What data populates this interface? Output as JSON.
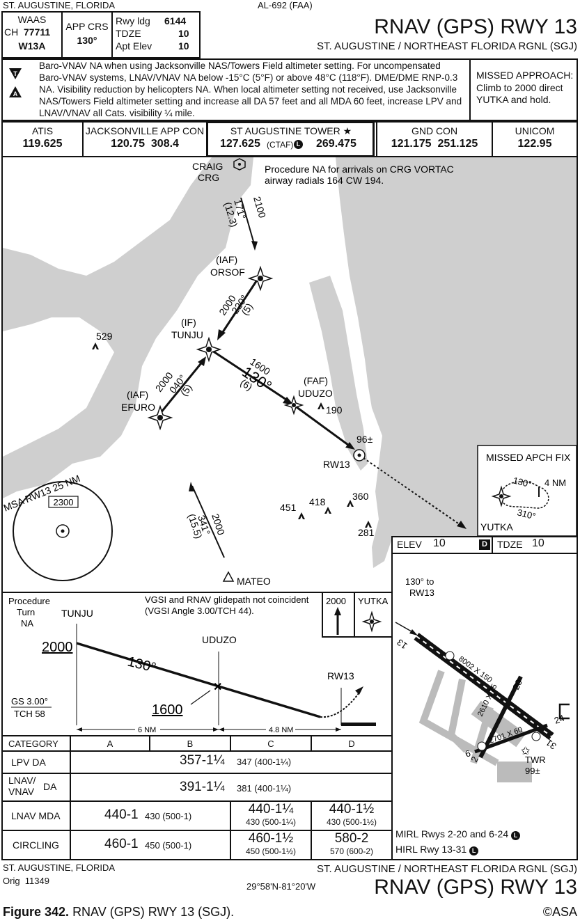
{
  "header": {
    "city_state": "ST. AUGUSTINE, FLORIDA",
    "chart_id": "AL-692 (FAA)",
    "title": "RNAV (GPS) RWY 13",
    "airport": "ST. AUGUSTINE / NORTHEAST FLORIDA RGNL (SGJ)",
    "waas_label": "WAAS",
    "ch_label": "CH",
    "ch_value": "77711",
    "waas_id": "W13A",
    "app_crs_label": "APP CRS",
    "app_crs_value": "130°",
    "rwy_ldg_label": "Rwy ldg",
    "rwy_ldg_value": "6144",
    "tdze_label": "TDZE",
    "tdze_value": "10",
    "apt_elev_label": "Apt Elev",
    "apt_elev_value": "10"
  },
  "notes": {
    "text": "Baro-VNAV NA when using Jacksonville NAS/Towers Field altimeter setting. For uncompensated Baro-VNAV systems, LNAV/VNAV NA below -15°C (5°F) or above 48°C (118°F). DME/DME RNP-0.3 NA. Visibility reduction by helicopters NA. When local altimeter setting not received, use Jacksonville NAS/Towers Field altimeter setting and increase all DA 57 feet and all MDA 60 feet, increase LPV and LNAV/VNAV all Cats. visibility ¼ mile.",
    "missed_title": "MISSED APPROACH:",
    "missed_text": "Climb to 2000 direct YUTKA and hold."
  },
  "comms": [
    {
      "label": "ATIS",
      "value": "119.625"
    },
    {
      "label": "JACKSONVILLE APP CON",
      "value": "120.75  308.4"
    },
    {
      "label": "ST AUGUSTINE TOWER ★",
      "value": "127.625",
      "ctaf": "(CTAF)",
      "ctaf_icon": "L",
      "value2": "269.475"
    },
    {
      "label": "GND CON",
      "value": "121.175  251.125"
    },
    {
      "label": "UNICOM",
      "value": "122.95"
    }
  ],
  "plan": {
    "craig": "CRAIG",
    "crg": "CRG",
    "procedure_na": "Procedure NA for arrivals on CRG VORTAC",
    "procedure_na2": "airway radials 164 CW 194.",
    "leg1_alt": "2100",
    "leg1_crs": "171°",
    "leg1_dist": "(12.3)",
    "iaf1": "(IAF)",
    "orsof": "ORSOF",
    "leg2_alt": "2000",
    "leg2_crs": "220°",
    "leg2_dist": "(5)",
    "if_label": "(IF)",
    "tunju": "TUNJU",
    "obs529": "529",
    "leg3_alt": "1600",
    "leg3_crs": "130°",
    "leg3_dist": "(6)",
    "faf": "(FAF)",
    "uduzo": "UDUZO",
    "obs190": "190",
    "leg4_alt": "2000",
    "leg4_crs": "040°",
    "leg4_dist": "(5)",
    "iaf2": "(IAF)",
    "efuro": "EFURO",
    "obs96": "96±",
    "rw13": "RW13",
    "msa": "MSA RW13 25 NM",
    "msa_alt": "2300",
    "obs451": "451",
    "obs418": "418",
    "obs360": "360",
    "obs281": "281",
    "leg5_alt": "2000",
    "leg5_crs": "341°",
    "leg5_dist": "(15.5)",
    "mateo": "MATEO",
    "missed_fix_title": "MISSED APCH FIX",
    "hold_crs1": "130°",
    "hold_crs2": "310°",
    "hold_dist": "4 NM",
    "yutka": "YUTKA"
  },
  "profile": {
    "pt1": "Procedure",
    "pt2": "Turn",
    "pt3": "NA",
    "tunju": "TUNJU",
    "vgsi1": "VGSI and RNAV glidepath not coincident",
    "vgsi2": "(VGSI Angle 3.00/TCH 44).",
    "alt2000_box": "2000",
    "yutka_box": "YUTKA",
    "alt2000": "2000",
    "crs130": "130°",
    "uduzo": "UDUZO",
    "alt1600": "1600",
    "rw13": "RW13",
    "gs": "GS 3.00°",
    "tch": "TCH 58",
    "dist1": "6 NM",
    "dist2": "4.8 NM"
  },
  "airport": {
    "elev_label": "ELEV",
    "elev_value": "10",
    "d_icon": "D",
    "tdze_label": "TDZE",
    "tdze_value": "10",
    "crs_note1": "130° to",
    "crs_note2": "RW13",
    "rwy13": "13",
    "rwy31": "31",
    "rwy20": "20",
    "rwy2": "2",
    "rwy24": "24",
    "rwy6": "6",
    "dim1": "8002 X 150",
    "dim2": "2610 X 75",
    "dim3": "2701 X 60",
    "twr": "TWR",
    "twr_elev": "99±",
    "lights1": "MIRL Rwys 2-20 and 6-24",
    "lights2": "HIRL Rwy 13-31"
  },
  "minimums": {
    "header": [
      "CATEGORY",
      "A",
      "B",
      "C",
      "D"
    ],
    "lpv_label": "LPV DA",
    "lpv_main": "357-1¼",
    "lpv_sub": "347 (400-1¼)",
    "lnavvnav_label1": "LNAV/",
    "lnavvnav_label2": "VNAV",
    "lnavvnav_da": "DA",
    "lnavvnav_main": "391-1¼",
    "lnavvnav_sub": "381 (400-1¼)",
    "lnav_label": "LNAV MDA",
    "lnav_ab_main": "440-1",
    "lnav_ab_sub": "430 (500-1)",
    "lnav_c_main": "440-1¼",
    "lnav_c_sub": "430 (500-1¼)",
    "lnav_d_main": "440-1½",
    "lnav_d_sub": "430 (500-1½)",
    "circ_label": "CIRCLING",
    "circ_ab_main": "460-1",
    "circ_ab_sub": "450 (500-1)",
    "circ_c_main": "460-1½",
    "circ_c_sub": "450 (500-1½)",
    "circ_d_main": "580-2",
    "circ_d_sub": "570 (600-2)"
  },
  "footer": {
    "city_state": "ST. AUGUSTINE, FLORIDA",
    "orig": "Orig  11349",
    "airport": "ST. AUGUSTINE / NORTHEAST FLORIDA RGNL (SGJ)",
    "coords": "29°58'N-81°20'W",
    "title": "RNAV (GPS) RWY 13",
    "figure_label": "Figure 342.",
    "figure_title": "RNAV (GPS) RWY 13 (SGJ).",
    "copyright": "©ASA"
  }
}
